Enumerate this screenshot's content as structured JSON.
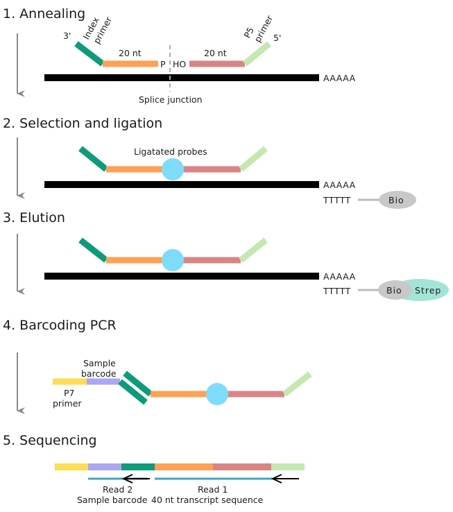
{
  "colors": {
    "index": "#0d9b7a",
    "orange": "#fca155",
    "pink": "#d98585",
    "p5": "#c5e8b0",
    "yellow": "#fddc56",
    "lavender": "#aca7f2",
    "ligation": "#7fdbfa",
    "mrna": "#000000",
    "bio": "#c8c8c8",
    "strep": "#a2e5d6",
    "read": "#3fa6c6",
    "arrow": "#8a8a8a"
  },
  "steps": {
    "s1": "1. Annealing",
    "s2": "2. Selection and ligation",
    "s3": "3. Elution",
    "s4": "4. Barcoding PCR",
    "s5": "5. Sequencing"
  },
  "annealing": {
    "three_prime": "3'",
    "index_line1": "Index",
    "index_line2": "primer",
    "nt_left": "20 nt",
    "p": "P",
    "ho": "HO",
    "nt_right": "20 nt",
    "p5_line1": "P5",
    "p5_line2": "primer",
    "five_prime": "5'",
    "polyA": "AAAAA",
    "splice": "Splice junction"
  },
  "ligation": {
    "label": "Ligatated probes",
    "polyA": "AAAAA",
    "polyT": "TTTTT",
    "bio": "Bio"
  },
  "elution": {
    "polyA": "AAAAA",
    "polyT": "TTTTT",
    "bio": "Bio",
    "strep": "Strep"
  },
  "barcoding": {
    "sample_line1": "Sample",
    "sample_line2": "barcode",
    "p7_line1": "P7",
    "p7_line2": "primer"
  },
  "sequencing": {
    "read2_line1": "Read 2",
    "read2_line2": "Sample barcode",
    "read1_line1": "Read 1",
    "read1_line2": "40 nt transcript sequence"
  }
}
